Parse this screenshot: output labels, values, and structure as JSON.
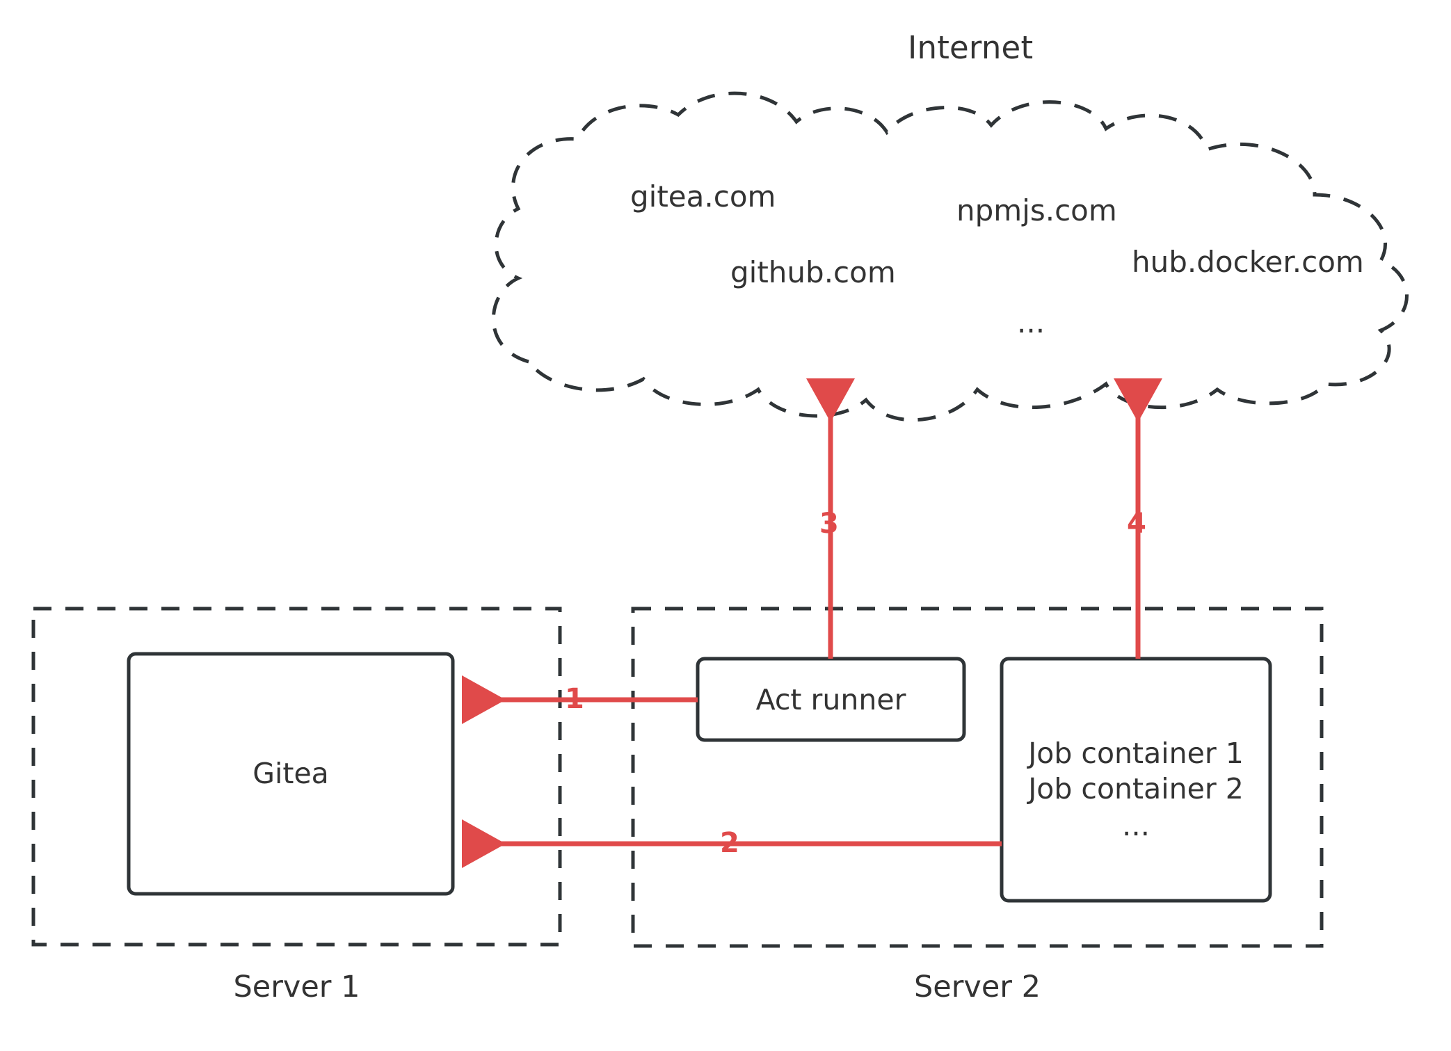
{
  "diagram": {
    "title": "Internet",
    "background_color": "#ffffff",
    "stroke_color": "#2f3437",
    "accent_color": "#e04a4a",
    "cloud": {
      "name": "Internet",
      "label": "Internet",
      "entries": [
        {
          "id": "gitea",
          "text": "gitea.com"
        },
        {
          "id": "npmjs",
          "text": "npmjs.com"
        },
        {
          "id": "github",
          "text": "github.com"
        },
        {
          "id": "hubdocker",
          "text": "hub.docker.com"
        },
        {
          "id": "more",
          "text": "..."
        }
      ]
    },
    "zones": [
      {
        "id": "server1",
        "label": "Server 1",
        "nodes": [
          {
            "id": "gitea-node",
            "label": "Gitea"
          }
        ]
      },
      {
        "id": "server2",
        "label": "Server 2",
        "nodes": [
          {
            "id": "act-runner",
            "label": "Act runner"
          },
          {
            "id": "job-containers",
            "lines": [
              "Job container 1",
              "Job container 2",
              "..."
            ]
          }
        ]
      }
    ],
    "connections": [
      {
        "id": "conn-1",
        "number": "1",
        "from": "Act runner",
        "to": "Gitea",
        "direction": "left"
      },
      {
        "id": "conn-2",
        "number": "2",
        "from": "Job containers",
        "to": "Gitea",
        "direction": "left"
      },
      {
        "id": "conn-3",
        "number": "3",
        "from": "Act runner",
        "to": "Internet",
        "direction": "up"
      },
      {
        "id": "conn-4",
        "number": "4",
        "from": "Job containers",
        "to": "Internet",
        "direction": "up"
      }
    ]
  }
}
